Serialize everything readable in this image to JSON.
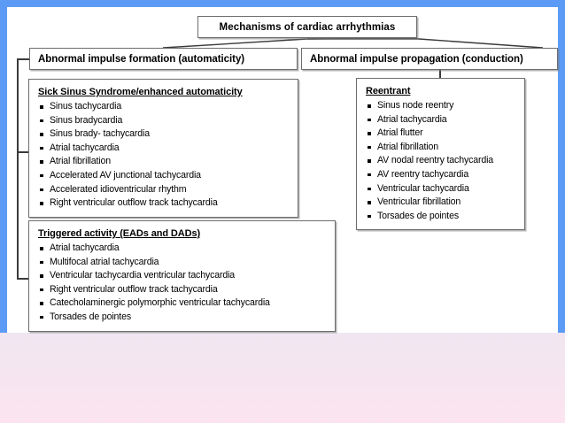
{
  "slide": {
    "border_color": "#5b9bf5",
    "background": "#ffffff",
    "page_background_top": "#ced7e8",
    "page_background_bottom": "#fbe4ef",
    "box_border_color": "#6d6d6d",
    "connector_color": "#3a3a3a"
  },
  "title": {
    "label": "Mechanisms of cardiac arrhythmias"
  },
  "branches": {
    "left": {
      "label": "Abnormal impulse formation (automaticity)"
    },
    "right": {
      "label": "Abnormal impulse propagation (conduction)"
    }
  },
  "groups": [
    {
      "id": "sick-sinus-syndrome",
      "heading": "Sick Sinus Syndrome/enhanced automaticity",
      "items": [
        "Sinus tachycardia",
        "Sinus bradycardia",
        "Sinus brady- tachycardia",
        "Atrial tachycardia",
        "Atrial fibrillation",
        "Accelerated AV junctional tachycardia",
        "Accelerated idioventricular rhythm",
        "Right ventricular outflow track tachycardia"
      ]
    },
    {
      "id": "triggered-activity",
      "heading": "Triggered activity (EADs and DADs)",
      "items": [
        "Atrial tachycardia",
        "Multifocal atrial tachycardia",
        "Ventricular tachycardia ventricular tachycardia",
        "Right ventricular outflow track tachycardia",
        "Catecholaminergic polymorphic ventricular tachycardia",
        "Torsades de pointes"
      ]
    },
    {
      "id": "reentrant",
      "heading": "Reentrant",
      "items": [
        "Sinus node reentry",
        "Atrial tachycardia",
        "Atrial flutter",
        "Atrial fibrillation",
        "AV nodal reentry tachycardia",
        "AV reentry tachycardia",
        "Ventricular tachycardia",
        "Ventricular fibrillation",
        "Torsades de pointes"
      ]
    }
  ]
}
